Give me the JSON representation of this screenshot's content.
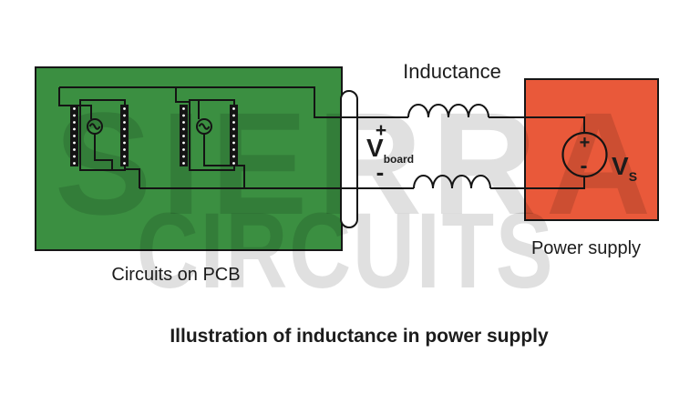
{
  "diagram": {
    "caption": "Illustration of inductance in power supply",
    "pcb": {
      "label": "Circuits on PCB"
    },
    "power_supply": {
      "label": "Power supply",
      "source_plus": "+",
      "source_minus": "-",
      "vs_symbol": "V",
      "vs_subscript": "S"
    },
    "inductance": {
      "label": "Inductance"
    },
    "vboard": {
      "plus": "+",
      "symbol": "V",
      "subscript": "board",
      "minus": "-"
    },
    "watermark": {
      "line1": "SIERRA",
      "line2": "CIRCUITS"
    },
    "colors": {
      "pcb_green": "#3B8F41",
      "supply_orange": "#E9593A",
      "wire_black": "#141414",
      "watermark_gray": "rgba(0,0,0,0.12)",
      "background": "#FFFFFF"
    }
  }
}
